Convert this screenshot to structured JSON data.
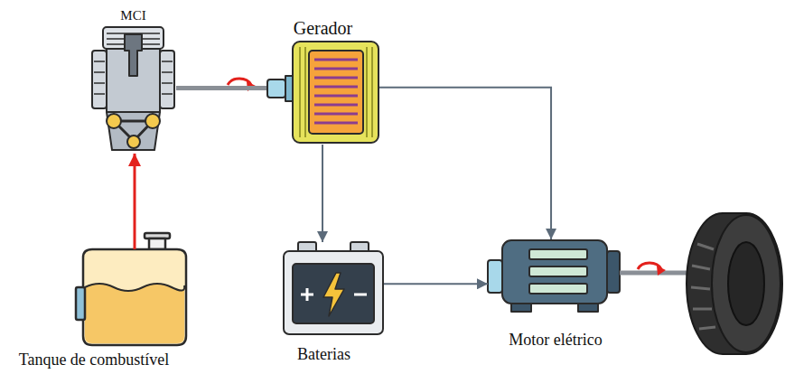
{
  "diagram": {
    "nodes": [
      {
        "text": [
          "MCI"
        ]
      },
      {
        "text": [
          "Gerador"
        ]
      },
      {
        "text": [
          "Tanque de combustível"
        ]
      },
      {
        "text": [
          "Baterias"
        ]
      },
      {
        "text": [
          "Motor elétrico"
        ]
      }
    ],
    "edges": [
      {
        "from": 2,
        "to": 0,
        "arrow": "to"
      },
      {
        "from": 0,
        "to": 1,
        "arrow": "none"
      },
      {
        "from": 1,
        "to": 3,
        "arrow": "to"
      },
      {
        "from": 1,
        "to": 4,
        "arrow": "to"
      },
      {
        "from": 3,
        "to": 4,
        "arrow": "to"
      }
    ]
  }
}
